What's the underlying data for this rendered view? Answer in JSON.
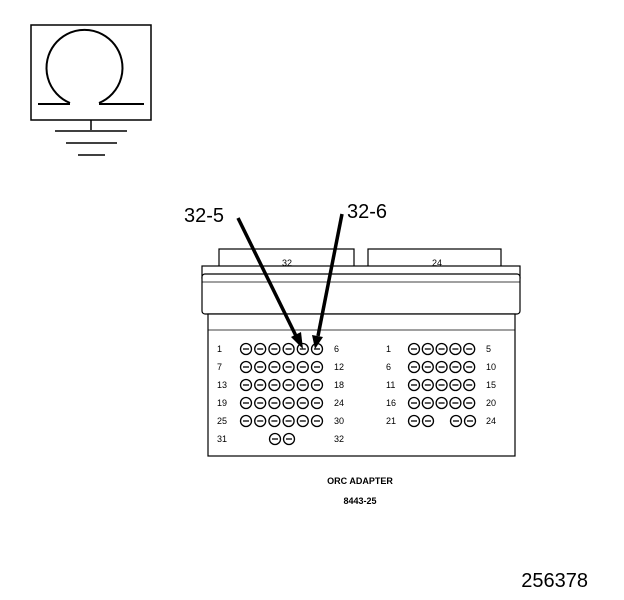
{
  "symbol": {
    "icon": "ohmmeter-ground-icon"
  },
  "callouts": {
    "left": "32-5",
    "right": "32-6"
  },
  "connector": {
    "header_left_label": "32",
    "header_right_label": "24",
    "left_block": {
      "rows": [
        {
          "start": "1",
          "end": "6",
          "pins": 6
        },
        {
          "start": "7",
          "end": "12",
          "pins": 6
        },
        {
          "start": "13",
          "end": "18",
          "pins": 6
        },
        {
          "start": "19",
          "end": "24",
          "pins": 6
        },
        {
          "start": "25",
          "end": "30",
          "pins": 6
        },
        {
          "start": "31",
          "end": "32",
          "pins": 2
        }
      ]
    },
    "right_block": {
      "rows": [
        {
          "start": "1",
          "end": "5",
          "pins": 5
        },
        {
          "start": "6",
          "end": "10",
          "pins": 5
        },
        {
          "start": "11",
          "end": "15",
          "pins": 5
        },
        {
          "start": "16",
          "end": "20",
          "pins": 5
        },
        {
          "start": "21",
          "end": "24",
          "pins": 4
        }
      ]
    }
  },
  "caption": {
    "title": "ORC ADAPTER",
    "part": "8443-25"
  },
  "figure_id": "256378"
}
